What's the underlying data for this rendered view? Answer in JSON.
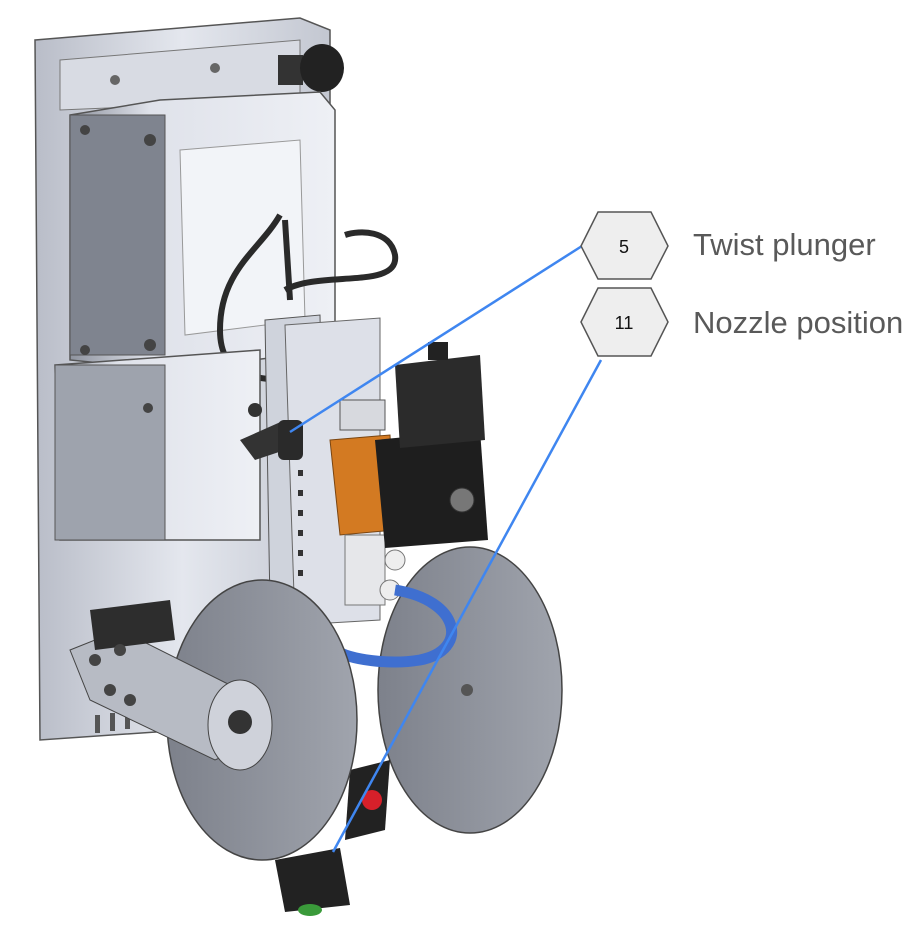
{
  "callouts": [
    {
      "number": "5",
      "label": "Twist plunger"
    },
    {
      "number": "11",
      "label": "Nozzle position"
    }
  ],
  "colors": {
    "leader_line": "#3f86f0",
    "callout_fill": "#eeeeee",
    "callout_stroke": "#555555",
    "label_text": "#595959"
  }
}
